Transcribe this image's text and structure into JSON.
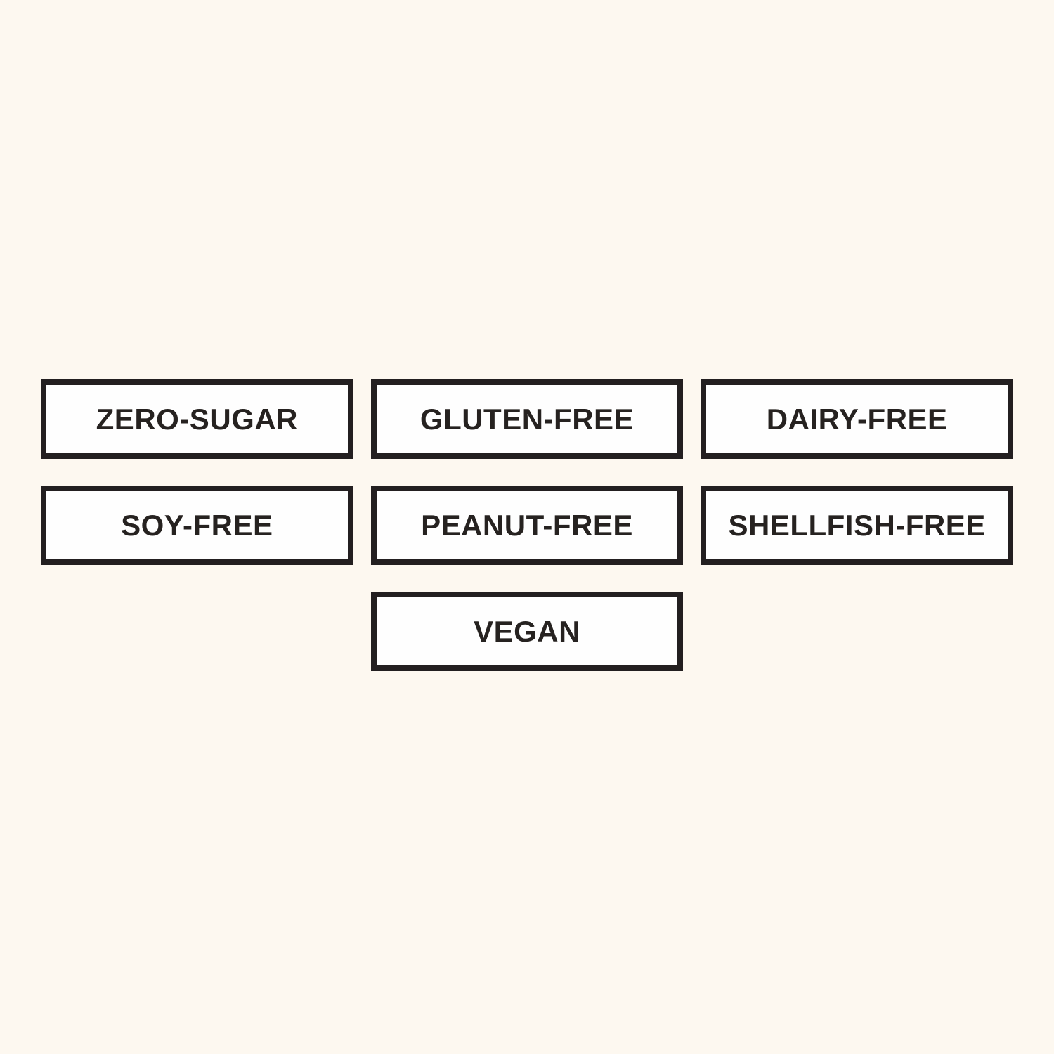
{
  "page": {
    "background_color": "#FDF8F0",
    "badge_fill_color": "#FEFEFE",
    "badge_border_color": "#231F20",
    "badge_text_color": "#262220"
  },
  "badges": {
    "items": [
      {
        "label": "ZERO-SUGAR"
      },
      {
        "label": "GLUTEN-FREE"
      },
      {
        "label": "DAIRY-FREE"
      },
      {
        "label": "SOY-FREE"
      },
      {
        "label": "PEANUT-FREE"
      },
      {
        "label": "SHELLFISH-FREE"
      },
      {
        "label": "VEGAN"
      }
    ]
  }
}
